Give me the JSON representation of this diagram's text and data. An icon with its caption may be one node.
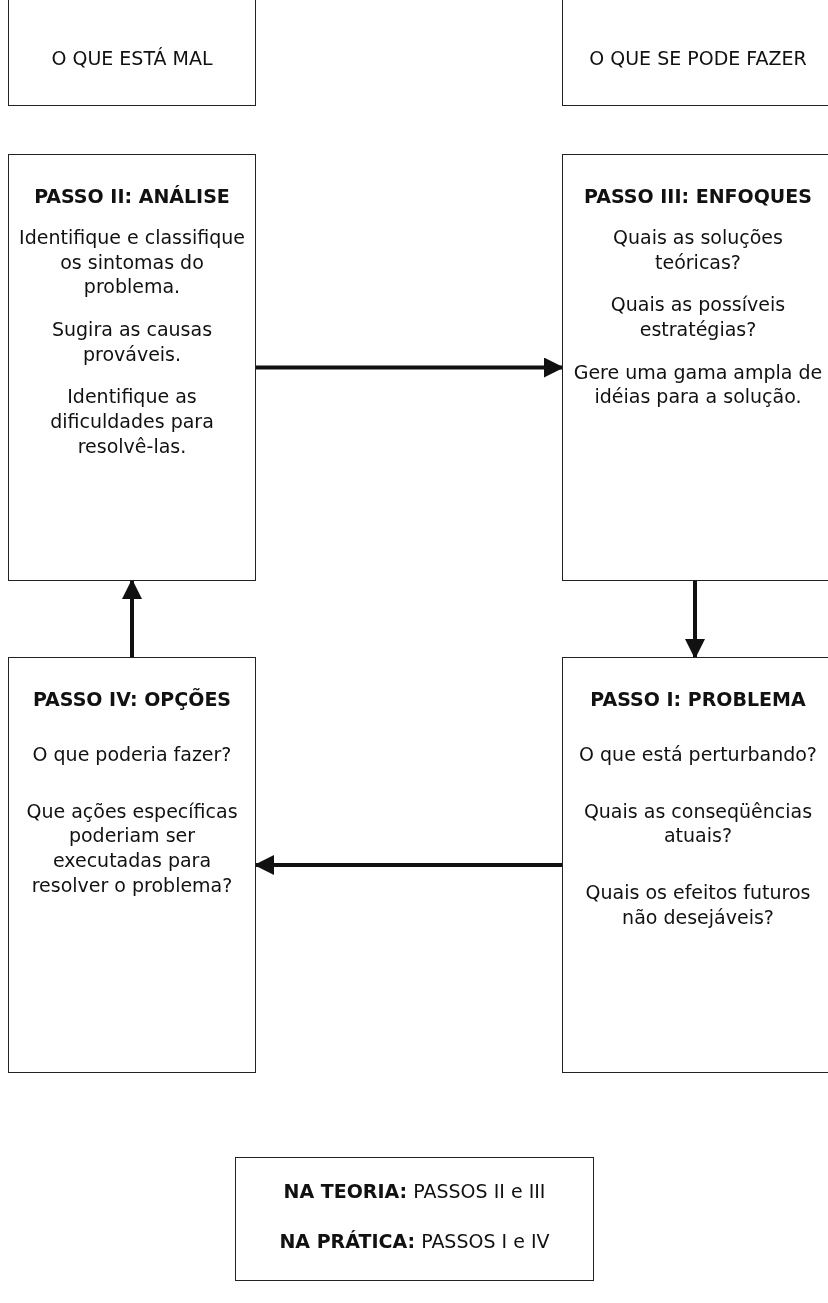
{
  "diagram": {
    "nodes": [
      {
        "text": [
          "O QUE ESTÁ MAL"
        ]
      },
      {
        "text": [
          "O QUE SE PODE FAZER"
        ]
      },
      {
        "text": [
          "PASSO II: ANÁLISE",
          "Identifique e classifique os sintomas do problema.",
          "Sugira as causas prováveis.",
          "Identifique as dificuldades para resolvê-las."
        ]
      },
      {
        "text": [
          "PASSO III: ENFOQUES",
          "Quais as soluções teóricas?",
          "Quais as possíveis estratégias?",
          "Gere uma gama ampla de idéias para a solução."
        ]
      },
      {
        "text": [
          "PASSO IV: OPÇÕES",
          "O que poderia fazer?",
          "Que ações específicas poderiam ser executadas para resolver o problema?"
        ]
      },
      {
        "text": [
          "PASSO I: PROBLEMA",
          "O que está perturbando?",
          "Quais as conseqüências atuais?",
          "Quais os efeitos futuros não desejáveis?"
        ]
      },
      {
        "text": [
          "**NA TEORIA:** PASSOS II e III",
          "**NA PRÁTICA:** PASSOS I e IV"
        ]
      }
    ],
    "edges": [
      {
        "from": 2,
        "to": 3,
        "arrow": "to"
      },
      {
        "from": 3,
        "to": 5,
        "arrow": "to"
      },
      {
        "from": 5,
        "to": 4,
        "arrow": "to"
      },
      {
        "from": 4,
        "to": 2,
        "arrow": "to"
      }
    ]
  }
}
